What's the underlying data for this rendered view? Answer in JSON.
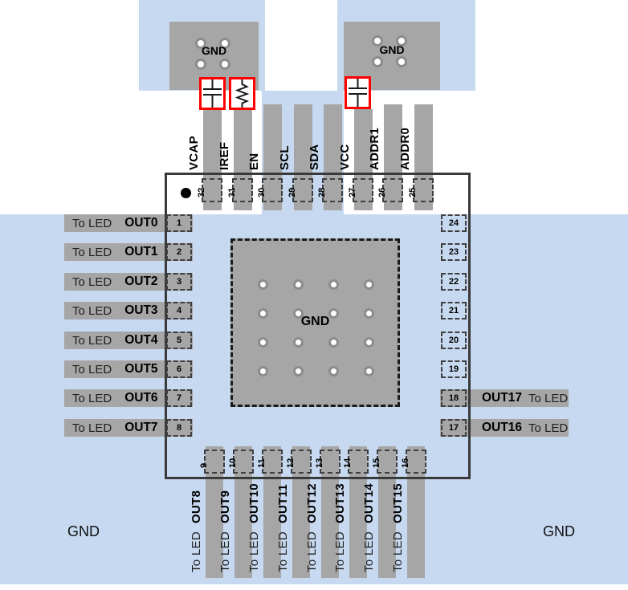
{
  "colors": {
    "ground_plane": "#c6d9f0",
    "copper_pad": "#a6a6a6",
    "chip_outline": "#3a3a3a",
    "component_outline": "#ff0000"
  },
  "ground_labels": {
    "top_left_pad": "GND",
    "top_right_pad": "GND",
    "thermal_pad": "GND",
    "bottom_left": "GND",
    "bottom_right": "GND"
  },
  "pins": {
    "top": [
      {
        "num": "32",
        "name": "VCAP"
      },
      {
        "num": "31",
        "name": "IREF"
      },
      {
        "num": "30",
        "name": "EN"
      },
      {
        "num": "29",
        "name": "SCL"
      },
      {
        "num": "28",
        "name": "SDA"
      },
      {
        "num": "27",
        "name": "VCC"
      },
      {
        "num": "26",
        "name": "ADDR1"
      },
      {
        "num": "25",
        "name": "ADDR0"
      }
    ],
    "left": [
      {
        "num": "1",
        "name": "OUT0",
        "conn": "To LED"
      },
      {
        "num": "2",
        "name": "OUT1",
        "conn": "To LED"
      },
      {
        "num": "3",
        "name": "OUT2",
        "conn": "To LED"
      },
      {
        "num": "4",
        "name": "OUT3",
        "conn": "To LED"
      },
      {
        "num": "5",
        "name": "OUT4",
        "conn": "To LED"
      },
      {
        "num": "6",
        "name": "OUT5",
        "conn": "To LED"
      },
      {
        "num": "7",
        "name": "OUT6",
        "conn": "To LED"
      },
      {
        "num": "8",
        "name": "OUT7",
        "conn": "To LED"
      }
    ],
    "right_nc": [
      {
        "num": "24"
      },
      {
        "num": "23"
      },
      {
        "num": "22"
      },
      {
        "num": "21"
      },
      {
        "num": "20"
      },
      {
        "num": "19"
      }
    ],
    "right": [
      {
        "num": "18",
        "name": "OUT17",
        "conn": "To LED"
      },
      {
        "num": "17",
        "name": "OUT16",
        "conn": "To LED"
      }
    ],
    "bottom": [
      {
        "num": "9",
        "name": "OUT8",
        "conn": "To LED"
      },
      {
        "num": "10",
        "name": "OUT9",
        "conn": "To LED"
      },
      {
        "num": "11",
        "name": "OUT10",
        "conn": "To LED"
      },
      {
        "num": "12",
        "name": "OUT11",
        "conn": "To LED"
      },
      {
        "num": "13",
        "name": "OUT12",
        "conn": "To LED"
      },
      {
        "num": "14",
        "name": "OUT13",
        "conn": "To LED"
      },
      {
        "num": "15",
        "name": "OUT14",
        "conn": "To LED"
      },
      {
        "num": "16",
        "name": "OUT15",
        "conn": "To LED"
      }
    ]
  },
  "components": [
    {
      "icon": "capacitor-icon"
    },
    {
      "icon": "resistor-icon"
    },
    {
      "icon": "capacitor-icon"
    }
  ]
}
